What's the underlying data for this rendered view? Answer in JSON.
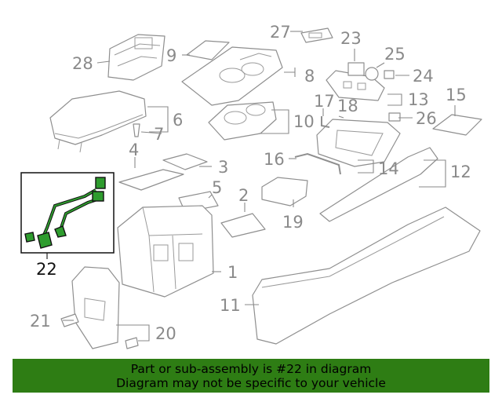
{
  "callouts": {
    "c1": "1",
    "c2": "2",
    "c3": "3",
    "c4": "4",
    "c5": "5",
    "c6": "6",
    "c7": "7",
    "c8": "8",
    "c9": "9",
    "c10": "10",
    "c11": "11",
    "c12": "12",
    "c13": "13",
    "c14": "14",
    "c15": "15",
    "c16": "16",
    "c17": "17",
    "c18": "18",
    "c19": "19",
    "c20": "20",
    "c21": "21",
    "c22": "22",
    "c23": "23",
    "c24": "24",
    "c25": "25",
    "c26": "26",
    "c27": "27",
    "c28": "28"
  },
  "banner": {
    "line1": "Part or sub-assembly is #22 in diagram",
    "line2": "Diagram may not be specific to your vehicle",
    "color": "#2e7d14"
  },
  "highlight_color": "#2e9c2e"
}
